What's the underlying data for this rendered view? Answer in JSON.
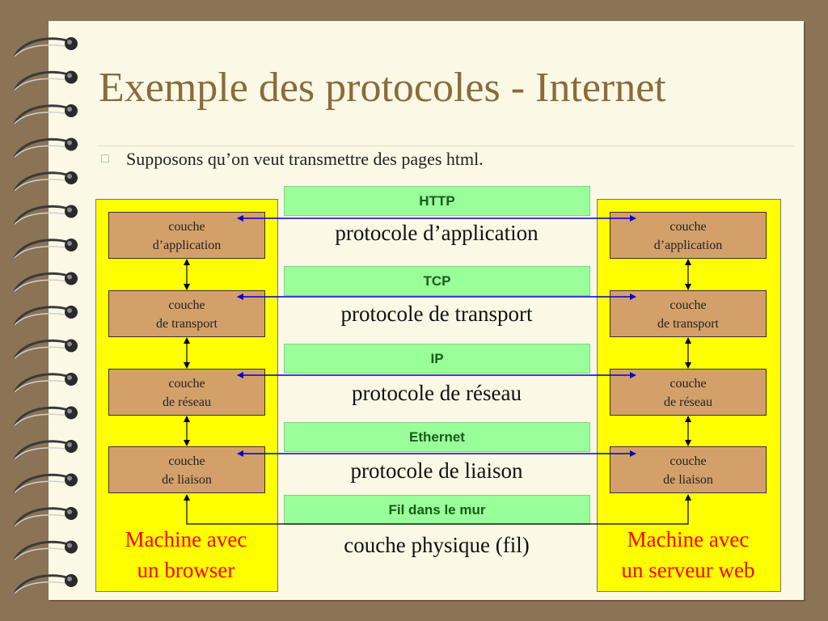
{
  "title": "Exemple des protocoles - Internet",
  "intro": "Supposons qu’on veut transmettre des pages html.",
  "bullet_icon": "square-bullet-icon",
  "left_machine": {
    "label_line1": "Machine avec",
    "label_line2": "un browser",
    "layers": [
      {
        "line1": "couche",
        "line2": "d’application"
      },
      {
        "line1": "couche",
        "line2": "de transport"
      },
      {
        "line1": "couche",
        "line2": "de réseau"
      },
      {
        "line1": "couche",
        "line2": "de liaison"
      }
    ]
  },
  "right_machine": {
    "label_line1": "Machine avec",
    "label_line2": "un serveur web",
    "layers": [
      {
        "line1": "couche",
        "line2": "d’application"
      },
      {
        "line1": "couche",
        "line2": "de transport"
      },
      {
        "line1": "couche",
        "line2": "de réseau"
      },
      {
        "line1": "couche",
        "line2": "de liaison"
      }
    ]
  },
  "protocols": [
    {
      "name": "HTTP",
      "description": "protocole d’application"
    },
    {
      "name": "TCP",
      "description": "protocole de transport"
    },
    {
      "name": "IP",
      "description": "protocole de réseau"
    },
    {
      "name": "Ethernet",
      "description": "protocole de liaison"
    },
    {
      "name": "Fil dans le mur",
      "description": "couche physique (fil)"
    }
  ],
  "colors": {
    "machine_fill": "#ffff00",
    "layer_fill": "#d4a06a",
    "protocol_fill": "#99ff99",
    "title": "#8c6a3a",
    "machine_label": "#ff0000",
    "peer_arrow": "#0000cc"
  }
}
